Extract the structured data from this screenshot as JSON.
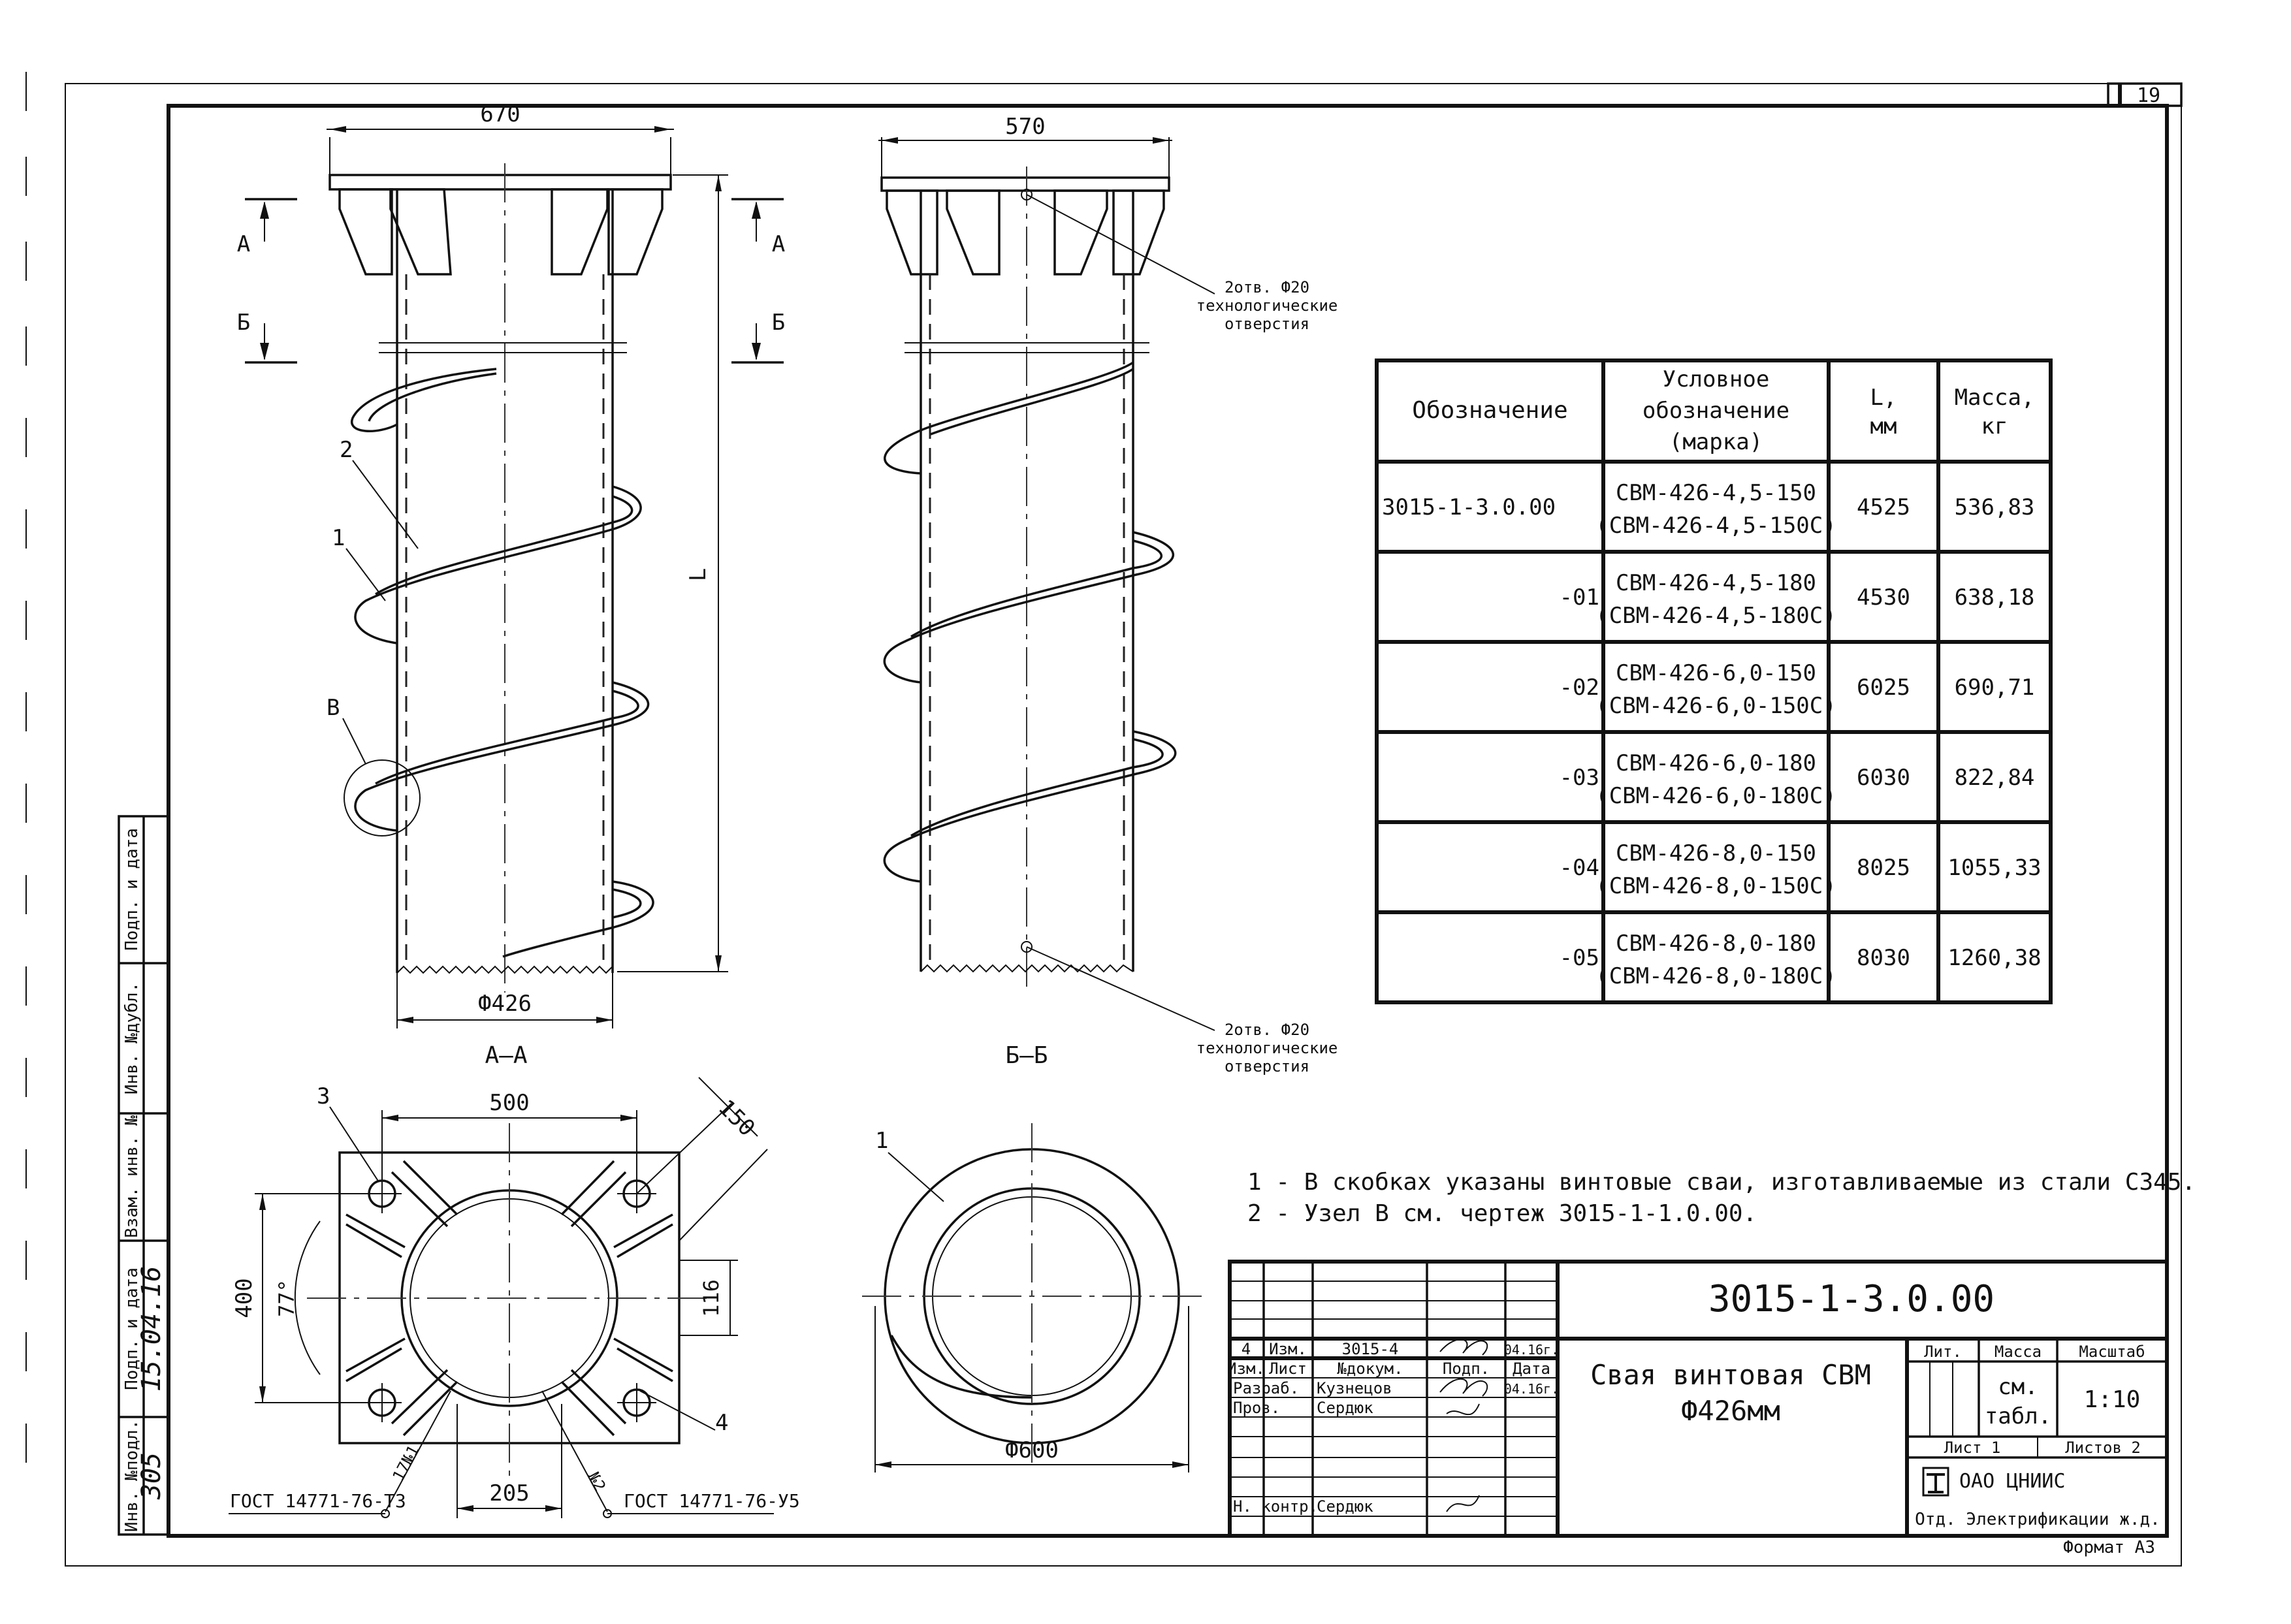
{
  "sheet": {
    "sheet_number": "19",
    "format_label": "Формат А3"
  },
  "views": {
    "front": {
      "top_dim": "670",
      "bottom_dim": "Ф426",
      "length_label": "L",
      "section_a": "А",
      "section_b": "Б",
      "pos_1": "1",
      "pos_2": "2",
      "node_b": "В"
    },
    "side": {
      "top_dim": "570",
      "hole_note_top": [
        "2отв. Ф20",
        "технологические",
        "отверстия"
      ],
      "hole_note_bottom": [
        "2отв. Ф20",
        "технологические",
        "отверстия"
      ]
    },
    "section_aa": {
      "title": "А–А",
      "pos_3": "3",
      "pos_4": "4",
      "dim_500": "500",
      "dim_150": "150",
      "dim_400": "400",
      "dim_77": "77°",
      "dim_116": "116",
      "dim_205": "205",
      "weld_1": "17№1",
      "weld_2": "№2",
      "gost_left": "ГОСТ 14771-76-Т3",
      "gost_right": "ГОСТ 14771-76-У5"
    },
    "section_bb": {
      "title": "Б–Б",
      "pos_1": "1",
      "dim_600": "Ф600"
    }
  },
  "spec_table": {
    "headers": [
      "Обозначение",
      "Условное обозначение (марка)",
      "L, мм",
      "Масса, кг"
    ],
    "rows": [
      {
        "designation": "3015-1-3.0.00",
        "marks": [
          "СВМ-426-4,5-150",
          "(СВМ-426-4,5-150С)"
        ],
        "length": "4525",
        "mass": "536,83"
      },
      {
        "designation": "-01",
        "marks": [
          "СВМ-426-4,5-180",
          "(СВМ-426-4,5-180С)"
        ],
        "length": "4530",
        "mass": "638,18"
      },
      {
        "designation": "-02",
        "marks": [
          "СВМ-426-6,0-150",
          "(СВМ-426-6,0-150С)"
        ],
        "length": "6025",
        "mass": "690,71"
      },
      {
        "designation": "-03",
        "marks": [
          "СВМ-426-6,0-180",
          "(СВМ-426-6,0-180С)"
        ],
        "length": "6030",
        "mass": "822,84"
      },
      {
        "designation": "-04",
        "marks": [
          "СВМ-426-8,0-150",
          "(СВМ-426-8,0-150С)"
        ],
        "length": "8025",
        "mass": "1055,33"
      },
      {
        "designation": "-05",
        "marks": [
          "СВМ-426-8,0-180",
          "(СВМ-426-8,0-180С)"
        ],
        "length": "8030",
        "mass": "1260,38"
      }
    ]
  },
  "notes": [
    "1 - В скобках указаны винтовые сваи, изготавливаемые из стали С345.",
    "2 - Узел В см. чертеж 3015-1-1.0.00."
  ],
  "side_stamp": {
    "fields": [
      "Инв. №подл.",
      "Подп. и дата",
      "Взам. инв. №",
      "Инв. №дубл.",
      "Подп. и дата"
    ],
    "inv_value": "305",
    "sign_value": "15.04.16"
  },
  "title_block": {
    "doc_code": "3015-1-3.0.00",
    "title_line1": "Свая винтовая СВМ",
    "title_line2": "Ф426мм",
    "rev_row": {
      "num": "4",
      "change": "Изм.",
      "doc": "3015-4",
      "date": "04.16г."
    },
    "header_row": [
      "Изм.",
      "Лист",
      "№докум.",
      "Подп.",
      "Дата"
    ],
    "roles": [
      {
        "role": "Разраб.",
        "name": "Кузнецов",
        "date": "04.16г."
      },
      {
        "role": "Пров.",
        "name": "Сердюк",
        "date": ""
      },
      {
        "role": "Н. контр.",
        "name": "Сердюк",
        "date": ""
      }
    ],
    "lit_label": "Лит.",
    "mass_label": "Масса",
    "scale_label": "Масштаб",
    "mass_value": [
      "см.",
      "табл."
    ],
    "scale_value": "1:10",
    "sheet_label": "Лист 1",
    "sheets_label": "Листов 2",
    "org_name": "ОАО ЦНИИС",
    "org_dept": "Отд. Электрификации ж.д."
  }
}
